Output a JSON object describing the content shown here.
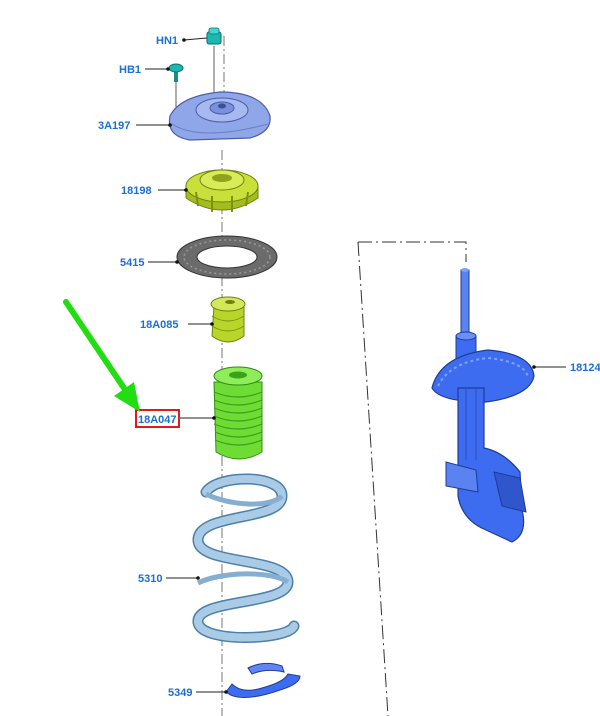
{
  "colors": {
    "label": "#1a6fd6",
    "leader": "#222222",
    "highlight_box": "#e00000",
    "arrow": "#22dd11",
    "mount": "#8fa6e8",
    "bearing": "#c9e03a",
    "seat": "#555555",
    "bump_stop": "#b8d62a",
    "boot": "#6fdc35",
    "spring": "#a9cbe6",
    "strut": "#3e6cf0",
    "fastener": "#19b8b0"
  },
  "parts": {
    "hn1": "HN1",
    "hb1": "HB1",
    "mount": "3A197",
    "bearing": "18198",
    "seat": "5415",
    "bump_stop": "18A085",
    "boot": "18A047",
    "spring": "5310",
    "insulator": "5349",
    "strut": "18124"
  },
  "highlighted_part": "18A047"
}
